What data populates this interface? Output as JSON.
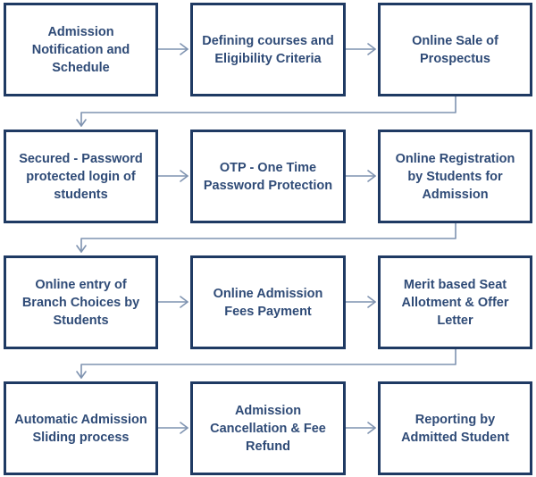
{
  "diagram": {
    "type": "process-flowchart",
    "colors": {
      "box_border": "#1f3a63",
      "box_text": "#2f4b77",
      "connector": "#7f93b0",
      "background": "#ffffff"
    },
    "rows": [
      {
        "steps": [
          {
            "id": 1,
            "label": "Admission Notification and Schedule"
          },
          {
            "id": 2,
            "label": "Defining courses and Eligibility Criteria"
          },
          {
            "id": 3,
            "label": "Online Sale of Prospectus"
          }
        ]
      },
      {
        "steps": [
          {
            "id": 4,
            "label": "Secured - Password protected login of students"
          },
          {
            "id": 5,
            "label": "OTP - One Time Password Protection"
          },
          {
            "id": 6,
            "label": "Online Registration by Students for Admission"
          }
        ]
      },
      {
        "steps": [
          {
            "id": 7,
            "label": "Online entry of Branch Choices by Students"
          },
          {
            "id": 8,
            "label": "Online Admission Fees Payment"
          },
          {
            "id": 9,
            "label": "Merit based Seat Allotment & Offer Letter"
          }
        ]
      },
      {
        "steps": [
          {
            "id": 10,
            "label": "Automatic Admission Sliding process"
          },
          {
            "id": 11,
            "label": "Admission Cancellation & Fee Refund"
          },
          {
            "id": 12,
            "label": "Reporting by Admitted Student"
          }
        ]
      }
    ],
    "edges": [
      [
        1,
        2
      ],
      [
        2,
        3
      ],
      [
        3,
        4
      ],
      [
        4,
        5
      ],
      [
        5,
        6
      ],
      [
        6,
        7
      ],
      [
        7,
        8
      ],
      [
        8,
        9
      ],
      [
        9,
        10
      ],
      [
        10,
        11
      ],
      [
        11,
        12
      ]
    ]
  }
}
